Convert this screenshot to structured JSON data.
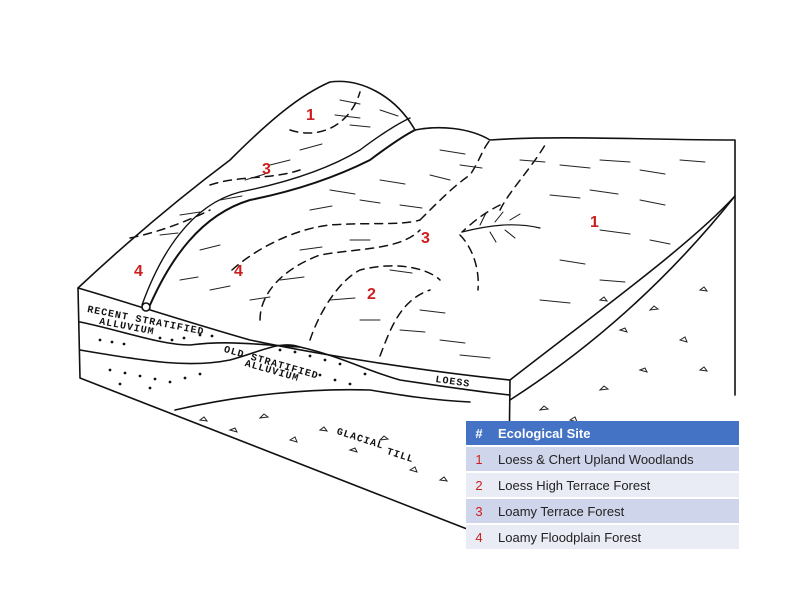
{
  "zone_labels": [
    {
      "id": "z1a",
      "text": "1"
    },
    {
      "id": "z3a",
      "text": "3"
    },
    {
      "id": "z3b",
      "text": "3"
    },
    {
      "id": "z1b",
      "text": "1"
    },
    {
      "id": "z4a",
      "text": "4"
    },
    {
      "id": "z4b",
      "text": "4"
    },
    {
      "id": "z2",
      "text": "2"
    }
  ],
  "geology_labels": {
    "recent_stratified": "RECENT STRATIFIED",
    "recent_alluvium": "ALLUVIUM",
    "old_stratified": "OLD STRATIFIED",
    "old_alluvium": "ALLUVIUM",
    "loess": "LOESS",
    "glacial": "GLACIAL",
    "till": "TILL"
  },
  "legend": {
    "header_num": "#",
    "header_site": "Ecological Site",
    "rows": [
      {
        "num": "1",
        "site": "Loess & Chert Upland Woodlands"
      },
      {
        "num": "2",
        "site": "Loess High Terrace Forest"
      },
      {
        "num": "3",
        "site": "Loamy Terrace Forest"
      },
      {
        "num": "4",
        "site": "Loamy Floodplain Forest"
      }
    ]
  }
}
